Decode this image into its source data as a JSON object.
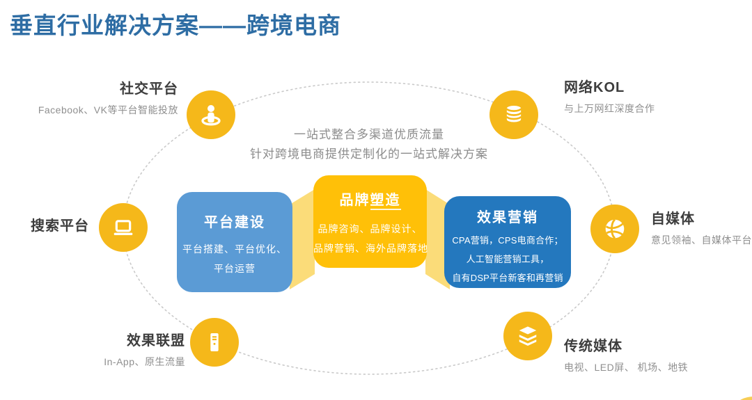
{
  "title": "垂直行业解决方案——跨境电商",
  "center": {
    "line1": "一站式整合多渠道优质流量",
    "line2": "针对跨境电商提供定制化的一站式解决方案"
  },
  "nodes": [
    {
      "id": "social",
      "label": "社交平台",
      "desc": "Facebook、VK等平台智能投放",
      "icon": "person-marker-icon"
    },
    {
      "id": "kol",
      "label": "网络KOL",
      "desc": "与上万网红深度合作",
      "icon": "database-icon"
    },
    {
      "id": "search",
      "label": "搜索平台",
      "desc": "",
      "icon": "laptop-icon"
    },
    {
      "id": "selfmedia",
      "label": "自媒体",
      "desc": "意见领袖、自媒体平台",
      "icon": "globe-icon"
    },
    {
      "id": "alliance",
      "label": "效果联盟",
      "desc": "In-App、原生流量",
      "icon": "server-icon"
    },
    {
      "id": "traditional",
      "label": "传统媒体",
      "desc": "电视、LED屏、 机场、地铁",
      "icon": "layers-icon"
    }
  ],
  "boxes": [
    {
      "id": "platform",
      "title": "平台建设",
      "lines": [
        "平台搭建、平台优化、",
        "平台运营"
      ]
    },
    {
      "id": "brand",
      "title_prefix": "品牌",
      "title_suffix": "塑造",
      "lines": [
        "品牌咨询、品牌设计、",
        "品牌营销、海外品牌落地"
      ]
    },
    {
      "id": "performance",
      "title": "效果营销",
      "lines": [
        "CPA营销，CPS电商合作；",
        "人工智能营销工具，",
        "自有DSP平台新客和再营销"
      ]
    }
  ],
  "colors": {
    "title_blue": "#2E6DA4",
    "node_yellow": "#F5B81A",
    "box_blue_light": "#5B9BD5",
    "box_gold": "#FFC008",
    "box_blue_dark": "#2478BE",
    "connector_yellow": "#FBDC79",
    "orbit_gray": "#C9C9C9",
    "heading_text": "#3D3D3D",
    "subtext_gray": "#8F8F8F"
  }
}
